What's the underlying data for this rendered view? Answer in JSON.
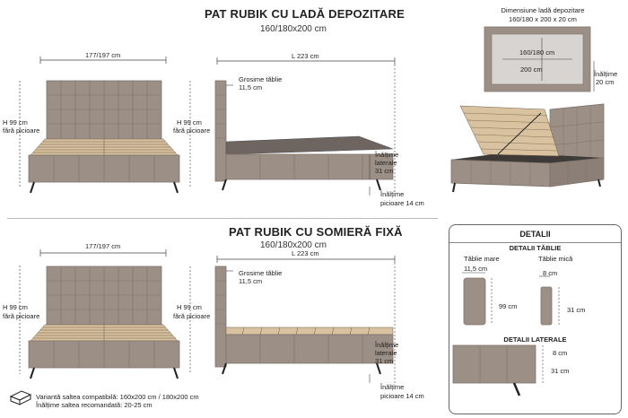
{
  "top": {
    "title": "PAT RUBIK CU LADĂ DEPOZITARE",
    "subtitle": "160/180x200 cm",
    "front_width": "177/197 cm",
    "front_height_1": "H 99 cm",
    "front_height_2": "fără picioare",
    "side_length": "L 223 cm",
    "side_height_1": "H 99 cm",
    "side_height_2": "fără picioare",
    "headboard_thickness_1": "Grosime tăblie",
    "headboard_thickness_2": "11,5 cm",
    "lateral_1": "Înălțime",
    "lateral_2": "laterale",
    "lateral_3": "31 cm",
    "legs_1": "Înălțime",
    "legs_2": "picioare 14 cm"
  },
  "storage": {
    "title_1": "Dimensiune ladă depozitare",
    "title_2": "160/180 x 200 x 20 cm",
    "inner_width": "160/180 cm",
    "inner_length": "200 cm",
    "height_1": "Înălțime",
    "height_2": "20 cm"
  },
  "bottom": {
    "title": "PAT RUBIK CU SOMIERĂ FIXĂ",
    "subtitle": "160/180x200 cm",
    "front_width": "177/197 cm",
    "front_height_1": "H 99 cm",
    "front_height_2": "fără picioare",
    "side_length": "L 223 cm",
    "side_height_1": "H 99 cm",
    "side_height_2": "fără picioare",
    "headboard_thickness_1": "Grosime tăblie",
    "headboard_thickness_2": "11,5 cm",
    "lateral_1": "Înălțime",
    "lateral_2": "laterale",
    "lateral_3": "31 cm",
    "legs_1": "Înălțime",
    "legs_2": "picioare 14 cm"
  },
  "details": {
    "title": "DETALII",
    "headboard_title": "DETALII TĂBLIE",
    "big_label": "Tăblie mare",
    "small_label": "Tăblie mică",
    "big_thick": "11,5 cm",
    "big_height": "99 cm",
    "small_thick": "8 cm",
    "small_height": "31 cm",
    "side_title": "DETALII LATERALE",
    "side_thick": "8 cm",
    "side_height": "31 cm"
  },
  "mattress": {
    "line_1": "Variantă saltea compatibilă: 160x200 cm / 180x200 cm",
    "line_2": "Înălțime saltea recomandată: 20-25 cm"
  },
  "colors": {
    "fabric": "#9c8f86",
    "fabric_dark": "#7f736b",
    "slat": "#d9c2a0",
    "line": "#444444"
  }
}
